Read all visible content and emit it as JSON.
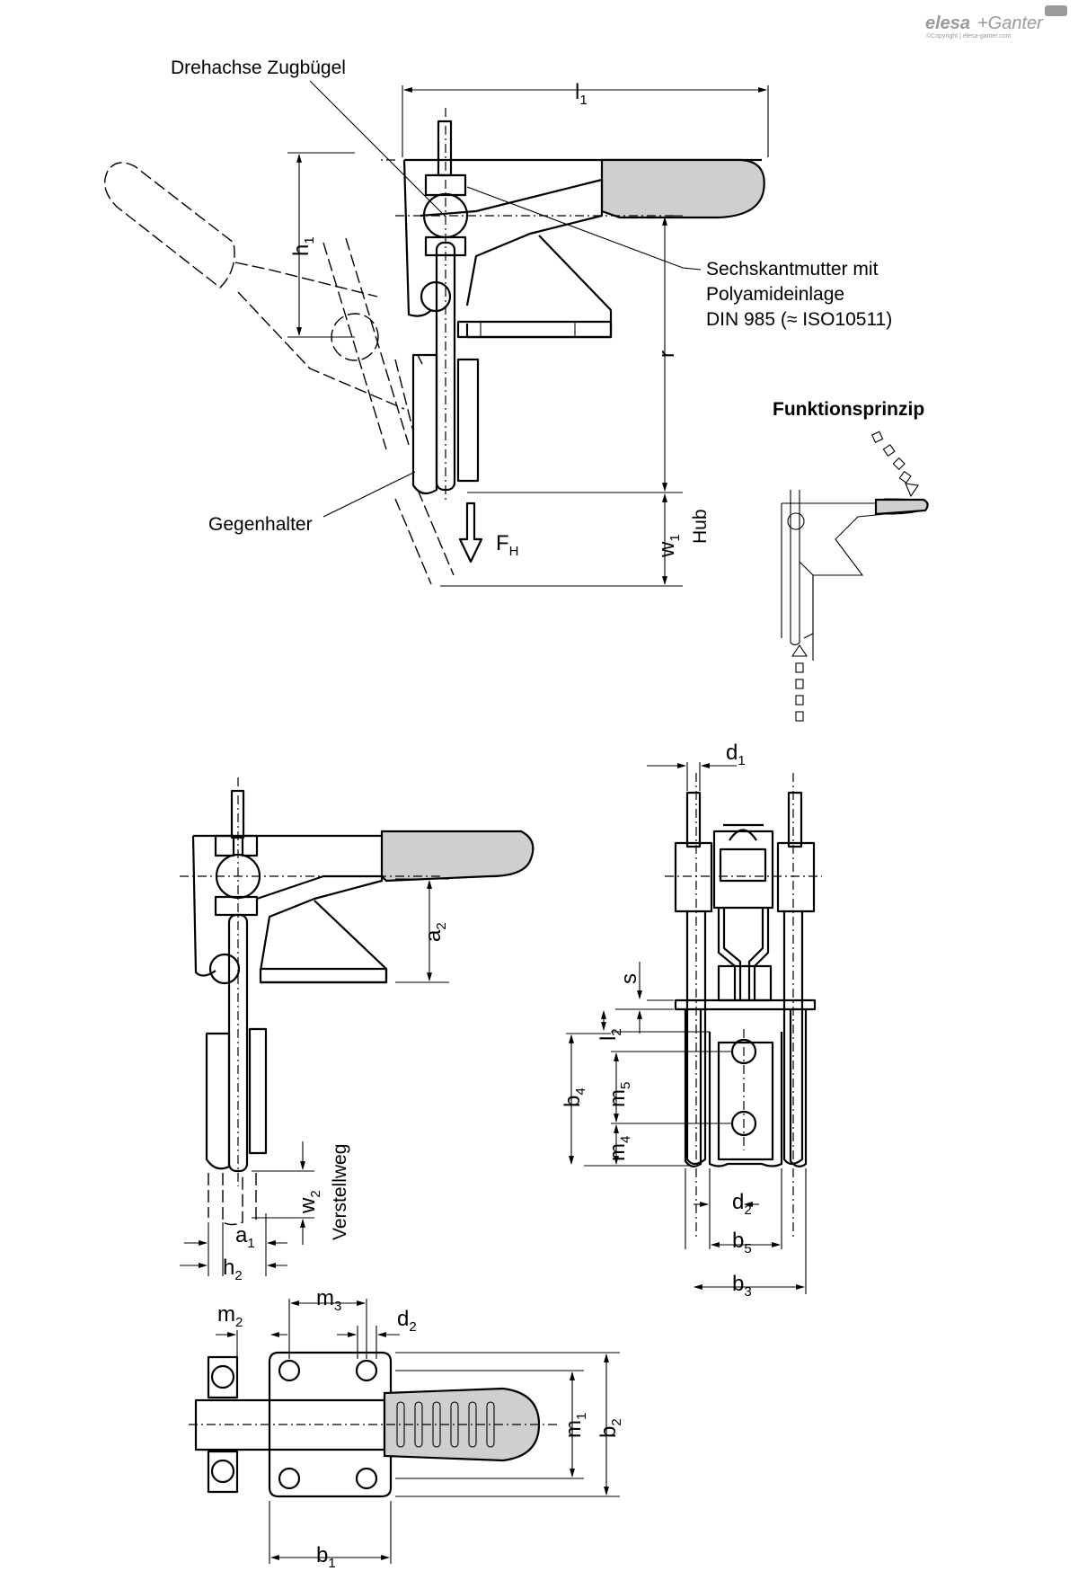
{
  "brand": {
    "name_part1": "elesa",
    "name_part2": "+Ganter",
    "copyright": "©Copyright | elesa-ganter.com"
  },
  "labels": {
    "pivot": "Drehachse Zugbügel",
    "nut_line1": "Sechskantmutter mit",
    "nut_line2": "Polyamideinlage",
    "nut_line3": "DIN 985 (≈ ISO10511)",
    "counter_holder": "Gegenhalter",
    "function_principle": "Funktionsprinzip",
    "stroke": "Hub",
    "adjustment": "Verstellweg"
  },
  "dimensions": {
    "l1": {
      "main": "l",
      "sub": "1"
    },
    "h1": {
      "main": "h",
      "sub": "1"
    },
    "r": {
      "main": "r",
      "sub": ""
    },
    "w1": {
      "main": "w",
      "sub": "1"
    },
    "FH": {
      "main": "F",
      "sub": "H"
    },
    "a2": {
      "main": "a",
      "sub": "2"
    },
    "w2": {
      "main": "w",
      "sub": "2"
    },
    "a1": {
      "main": "a",
      "sub": "1"
    },
    "h2": {
      "main": "h",
      "sub": "2"
    },
    "d1": {
      "main": "d",
      "sub": "1"
    },
    "s": {
      "main": "s",
      "sub": ""
    },
    "l2": {
      "main": "l",
      "sub": "2"
    },
    "b4": {
      "main": "b",
      "sub": "4"
    },
    "m5": {
      "main": "m",
      "sub": "5"
    },
    "m4": {
      "main": "m",
      "sub": "4"
    },
    "d2a": {
      "main": "d",
      "sub": "2"
    },
    "b5": {
      "main": "b",
      "sub": "5"
    },
    "b3": {
      "main": "b",
      "sub": "3"
    },
    "m2": {
      "main": "m",
      "sub": "2"
    },
    "m3": {
      "main": "m",
      "sub": "3"
    },
    "d2b": {
      "main": "d",
      "sub": "2"
    },
    "m1": {
      "main": "m",
      "sub": "1"
    },
    "b2": {
      "main": "b",
      "sub": "2"
    },
    "b1": {
      "main": "b",
      "sub": "1"
    }
  }
}
